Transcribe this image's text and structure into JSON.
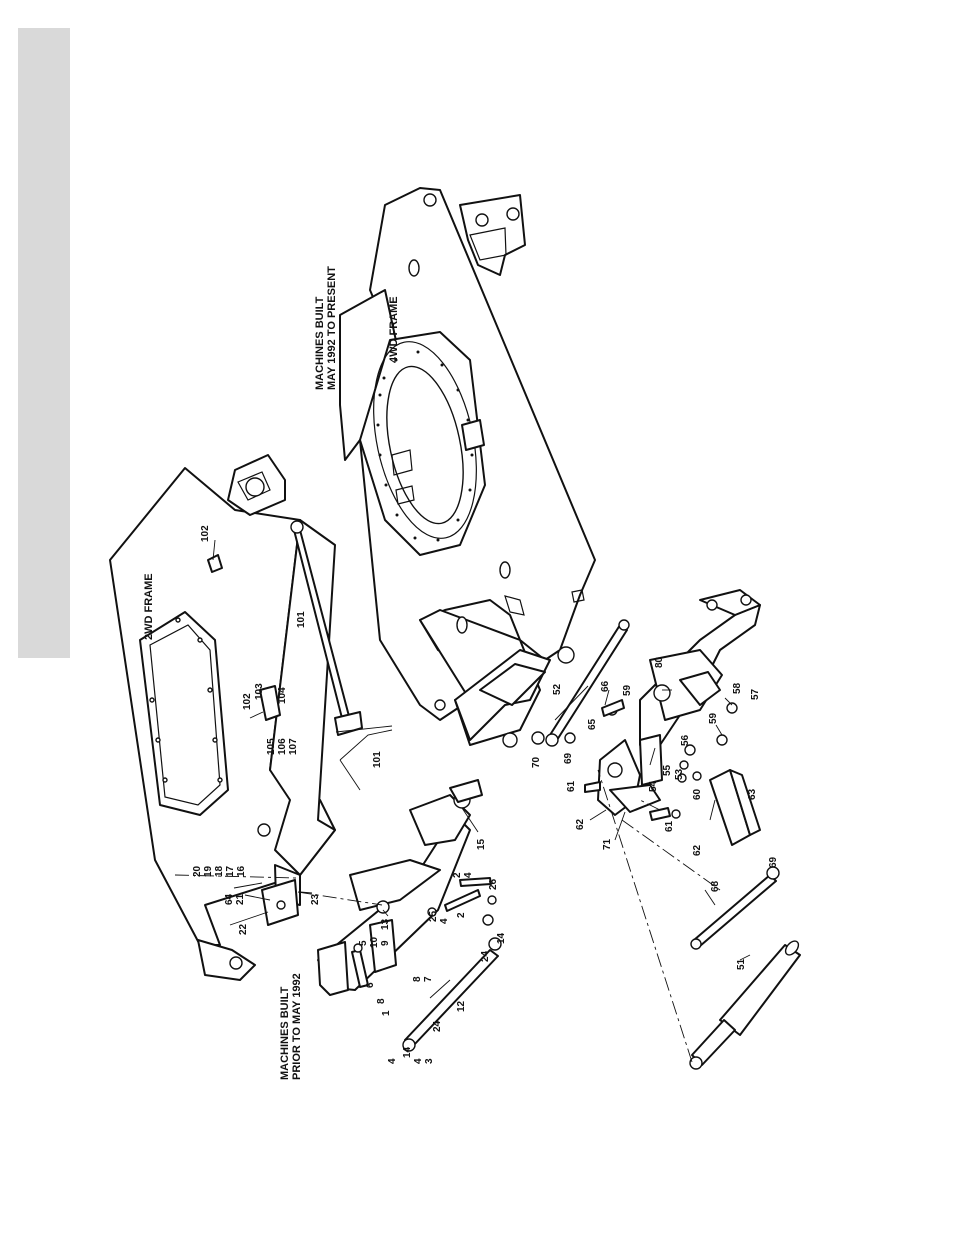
{
  "headings": {
    "prior": [
      "MACHINES BUILT",
      "PRIOR TO MAY 1992"
    ],
    "present": [
      "MACHINES BUILT",
      "MAY 1992 TO PRESENT"
    ]
  },
  "frames": {
    "two_wd": "2WD FRAME",
    "four_wd": "4WD FRAME"
  },
  "callouts": {
    "c20": "20",
    "c19": "19",
    "c18": "18",
    "c17": "17",
    "c16": "16",
    "c64": "64",
    "c21": "21",
    "c22": "22",
    "c23": "23",
    "c102a": "102",
    "c102b": "102",
    "c103": "103",
    "c104": "104",
    "c105": "105",
    "c106": "106",
    "c107": "107",
    "c101a": "101",
    "c101b": "101",
    "c15": "15",
    "c13": "13",
    "c9": "9",
    "c10": "10",
    "c5": "5",
    "c6": "6",
    "c8a": "8",
    "c8b": "8",
    "c7": "7",
    "c1": "1",
    "c2a": "2",
    "c4a": "4",
    "c26": "26",
    "c25": "25",
    "c4b": "4",
    "c2b": "2",
    "c14a": "14",
    "c24a": "24",
    "c12": "12",
    "c24b": "24",
    "c4c": "4",
    "c14b": "14",
    "c4d": "4",
    "c3": "3",
    "c52": "52",
    "c66": "66",
    "c59a": "59",
    "c65": "65",
    "c69a": "69",
    "c70": "70",
    "c80": "80",
    "c58": "58",
    "c57": "57",
    "c59b": "59",
    "c56": "56",
    "c55": "55",
    "c53": "53",
    "c54": "54",
    "c61a": "61",
    "c62a": "62",
    "c71": "71",
    "c60": "60",
    "c61b": "61",
    "c62b": "62",
    "c63": "63",
    "c68": "68",
    "c69b": "69",
    "c51": "51"
  }
}
